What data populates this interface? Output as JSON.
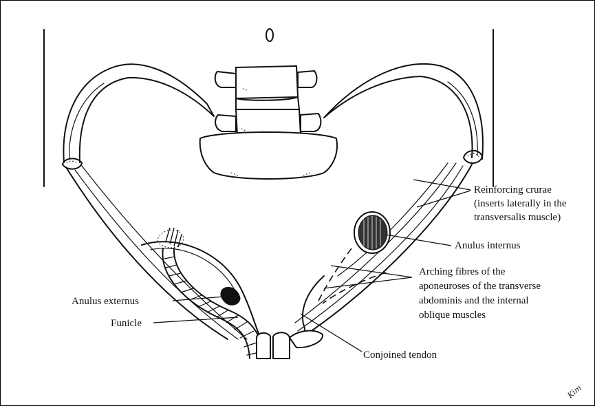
{
  "labels": {
    "reinforcing_crurae_line1": "Reinforcing crurae",
    "reinforcing_crurae_line2": "(inserts laterally in the",
    "reinforcing_crurae_line3": "transversalis muscle)",
    "anulus_internus": "Anulus internus",
    "arching_fibres_line1": "Arching fibres of the",
    "arching_fibres_line2": "aponeuroses of the transverse",
    "arching_fibres_line3": "abdominis and the internal",
    "arching_fibres_line4": "oblique muscles",
    "anulus_externus": "Anulus externus",
    "funicle": "Funicle",
    "conjoined_tendon": "Conjoined tendon"
  },
  "signature": "Kim"
}
